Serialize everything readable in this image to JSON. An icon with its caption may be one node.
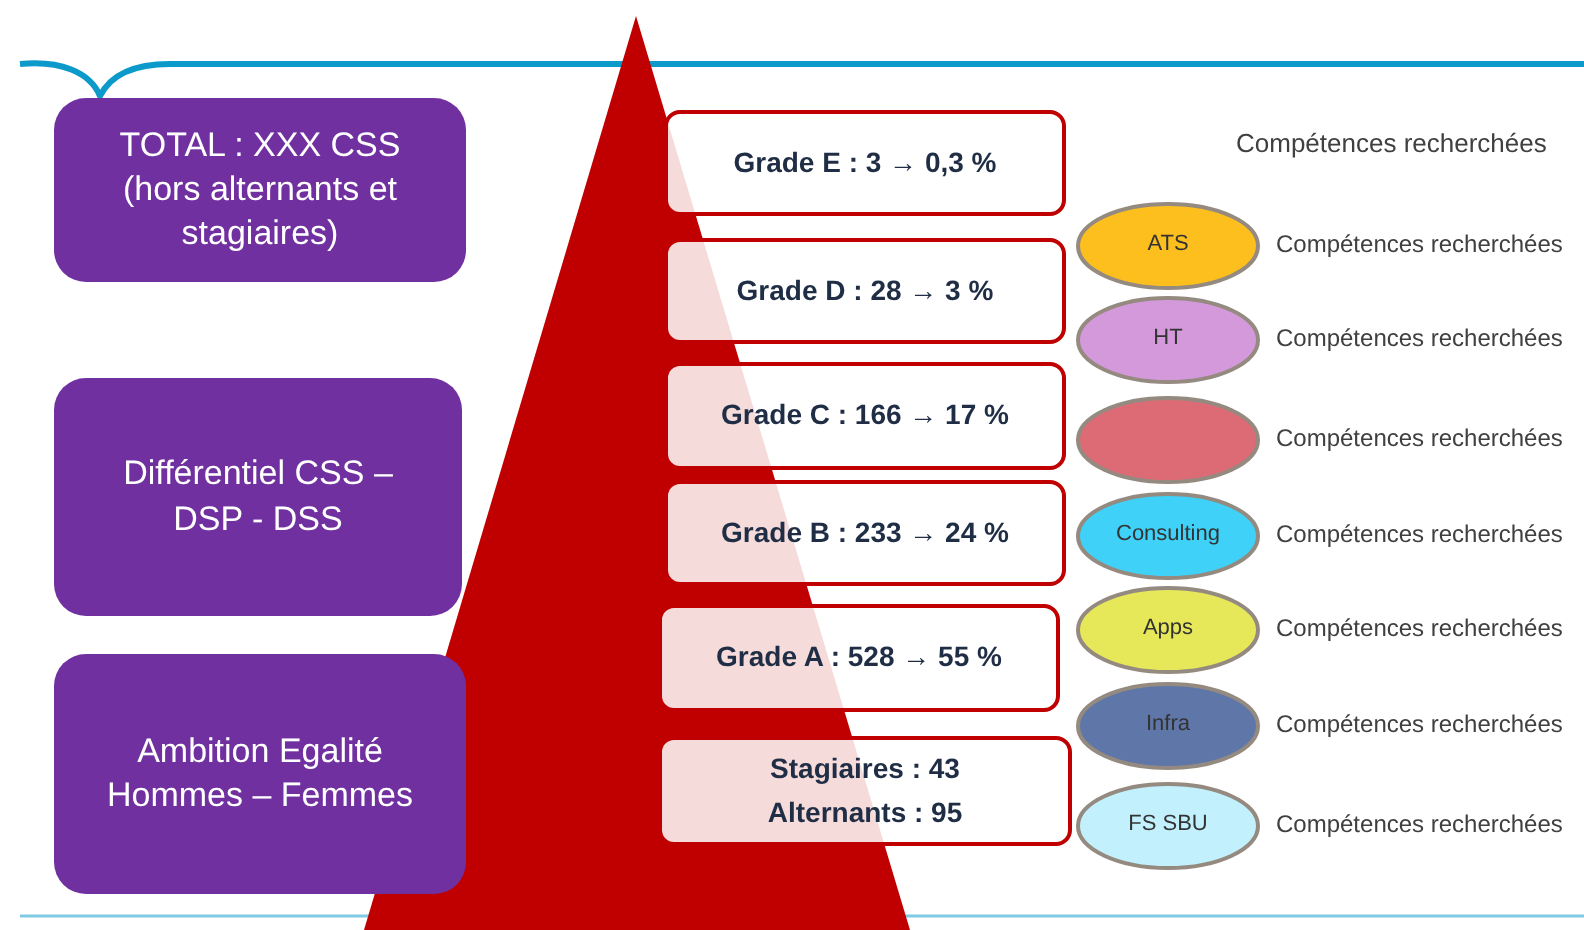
{
  "diagram": {
    "nodes": [
      {
        "text": [
          "TOTAL :  XXX CSS (hors alternants et stagiaires)"
        ]
      },
      {
        "text": [
          "Différentiel CSS – DSP - DSS"
        ]
      },
      {
        "text": [
          "Ambition Egalité Hommes – Femmes"
        ]
      },
      {
        "text": [
          "Grade E : 3 → 0,3 %"
        ]
      },
      {
        "text": [
          "Grade D : 28 → 3 %"
        ]
      },
      {
        "text": [
          "Grade C : 166 → 17 %"
        ]
      },
      {
        "text": [
          "Grade B : 233 → 24 %"
        ]
      },
      {
        "text": [
          "Grade A : 528 → 55 %"
        ]
      },
      {
        "text": [
          "Stagiaires : 43 Alternants : 95"
        ]
      },
      {
        "text": [
          "ATS"
        ],
        "beside": [
          "Compétences recherchées"
        ]
      },
      {
        "text": [
          "HT"
        ],
        "beside": [
          "Compétences recherchées"
        ]
      },
      {
        "text": [],
        "shape": "ellipse",
        "beside": [
          "Compétences recherchées"
        ]
      },
      {
        "text": [
          "Consulting"
        ],
        "beside": [
          "Compétences recherchées"
        ]
      },
      {
        "text": [
          "Apps"
        ],
        "beside": [
          "Compétences recherchées"
        ]
      },
      {
        "text": [
          "Infra"
        ],
        "beside": [
          "Compétences recherchées"
        ]
      },
      {
        "text": [
          "FS SBU"
        ],
        "beside": [
          "Compétences recherchées"
        ]
      }
    ],
    "edges": [],
    "labels": [
      "Compétences recherchées"
    ]
  }
}
